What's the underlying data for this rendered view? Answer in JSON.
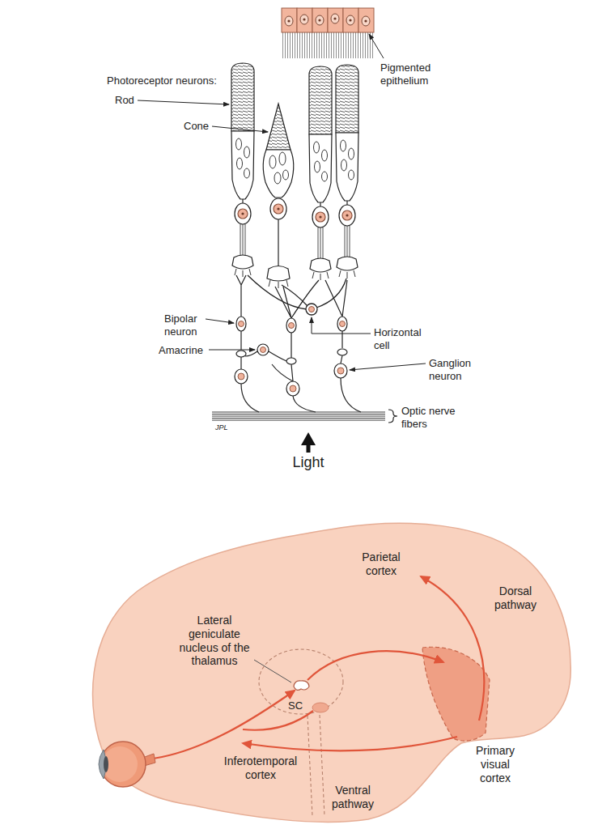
{
  "diagram": {
    "labels": [
      "Photoreceptor neurons:",
      "Rod",
      "Cone",
      "Pigmented epithelium",
      "Bipolar neuron",
      "Amacrine",
      "Horizontal cell",
      "Ganglion neuron",
      "Optic nerve fibers",
      "JPL",
      "Light",
      "Parietal cortex",
      "Dorsal pathway",
      "Lateral geniculate nucleus of the thalamus",
      "SC",
      "Primary visual cortex",
      "Inferotemporal cortex",
      "Ventral pathway"
    ]
  }
}
